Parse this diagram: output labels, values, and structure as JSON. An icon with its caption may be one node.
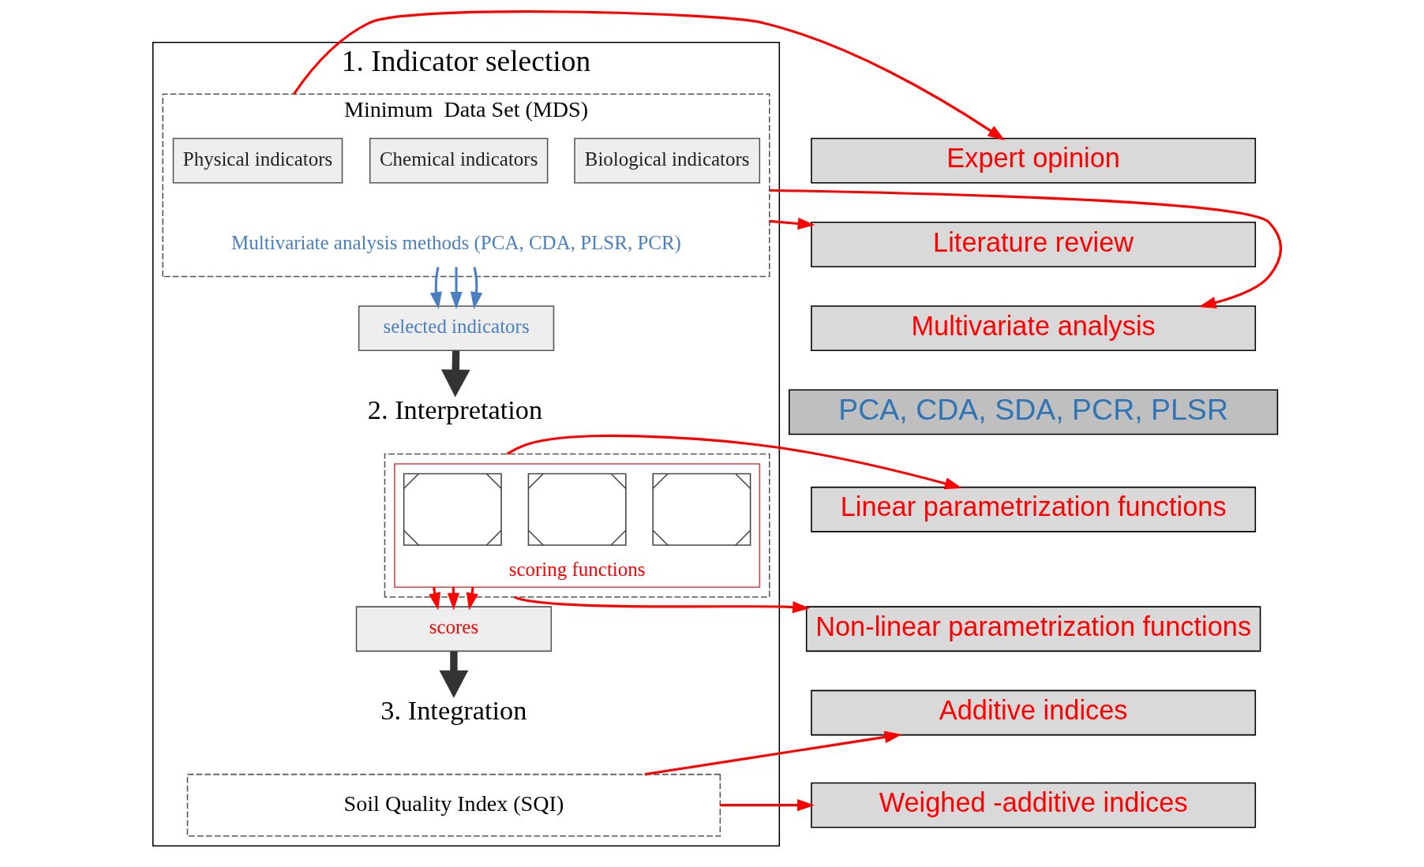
{
  "diagram": {
    "nodes": [
      {
        "text": [
          "1. Indicator selection"
        ]
      },
      {
        "text": [
          "Minimum  Data Set (MDS)"
        ],
        "in": 0
      },
      {
        "text": [
          "Physical indicators"
        ],
        "in": 1
      },
      {
        "text": [
          "Chemical indicators"
        ],
        "in": 1
      },
      {
        "text": [
          "Biological indicators"
        ],
        "in": 1
      },
      {
        "text": [
          "Multivariate analysis methods (PCA, CDA, PLSR, PCR)"
        ],
        "in": 1
      },
      {
        "text": [
          "selected indicators"
        ],
        "in": 0
      },
      {
        "text": [
          "2. Interpretation"
        ],
        "in": 0
      },
      {
        "text": [],
        "shape": "box",
        "in": 0
      },
      {
        "text": [
          "scoring functions"
        ],
        "in": 8
      },
      {
        "text": [],
        "shape": "picture",
        "in": 9
      },
      {
        "text": [],
        "shape": "picture",
        "in": 9
      },
      {
        "text": [],
        "shape": "picture",
        "in": 9
      },
      {
        "text": [
          "scores"
        ],
        "in": 0
      },
      {
        "text": [
          "3. Integration"
        ],
        "in": 0
      },
      {
        "text": [
          "Soil Quality Index (SQI)"
        ],
        "in": 0
      },
      {
        "text": [
          "Expert opinion"
        ]
      },
      {
        "text": [
          "Literature review"
        ]
      },
      {
        "text": [
          "Multivariate analysis"
        ]
      },
      {
        "text": [
          "PCA, CDA, SDA, PCR, PLSR"
        ]
      },
      {
        "text": [
          "Linear parametrization functions"
        ]
      },
      {
        "text": [
          "Non-linear parametrization functions"
        ]
      },
      {
        "text": [
          "Additive indices"
        ]
      },
      {
        "text": [
          "Weighed -additive indices"
        ]
      }
    ],
    "edges": [
      {
        "from": 5,
        "to": 6,
        "arrow": "to",
        "color": "#4a7fc0"
      },
      {
        "from": 5,
        "to": 6,
        "arrow": "to",
        "color": "#4a7fc0"
      },
      {
        "from": 5,
        "to": 6,
        "arrow": "to",
        "color": "#4a7fc0"
      },
      {
        "from": 6,
        "to": 7,
        "arrow": "to",
        "style": "thick",
        "color": "#333333"
      },
      {
        "from": 9,
        "to": 13,
        "arrow": "to"
      },
      {
        "from": 9,
        "to": 13,
        "arrow": "to"
      },
      {
        "from": 9,
        "to": 13,
        "arrow": "to"
      },
      {
        "from": 13,
        "to": 14,
        "arrow": "to",
        "style": "thick",
        "color": "#333333"
      },
      {
        "from": 1,
        "to": 16,
        "arrow": "to"
      },
      {
        "from": 1,
        "to": 17,
        "arrow": "to"
      },
      {
        "from": 1,
        "to": 18,
        "arrow": "to"
      },
      {
        "from": 8,
        "to": 20,
        "arrow": "to"
      },
      {
        "from": 8,
        "to": 21,
        "arrow": "to"
      },
      {
        "from": 15,
        "to": 22,
        "arrow": "to"
      },
      {
        "from": 15,
        "to": 23,
        "arrow": "to"
      }
    ]
  }
}
